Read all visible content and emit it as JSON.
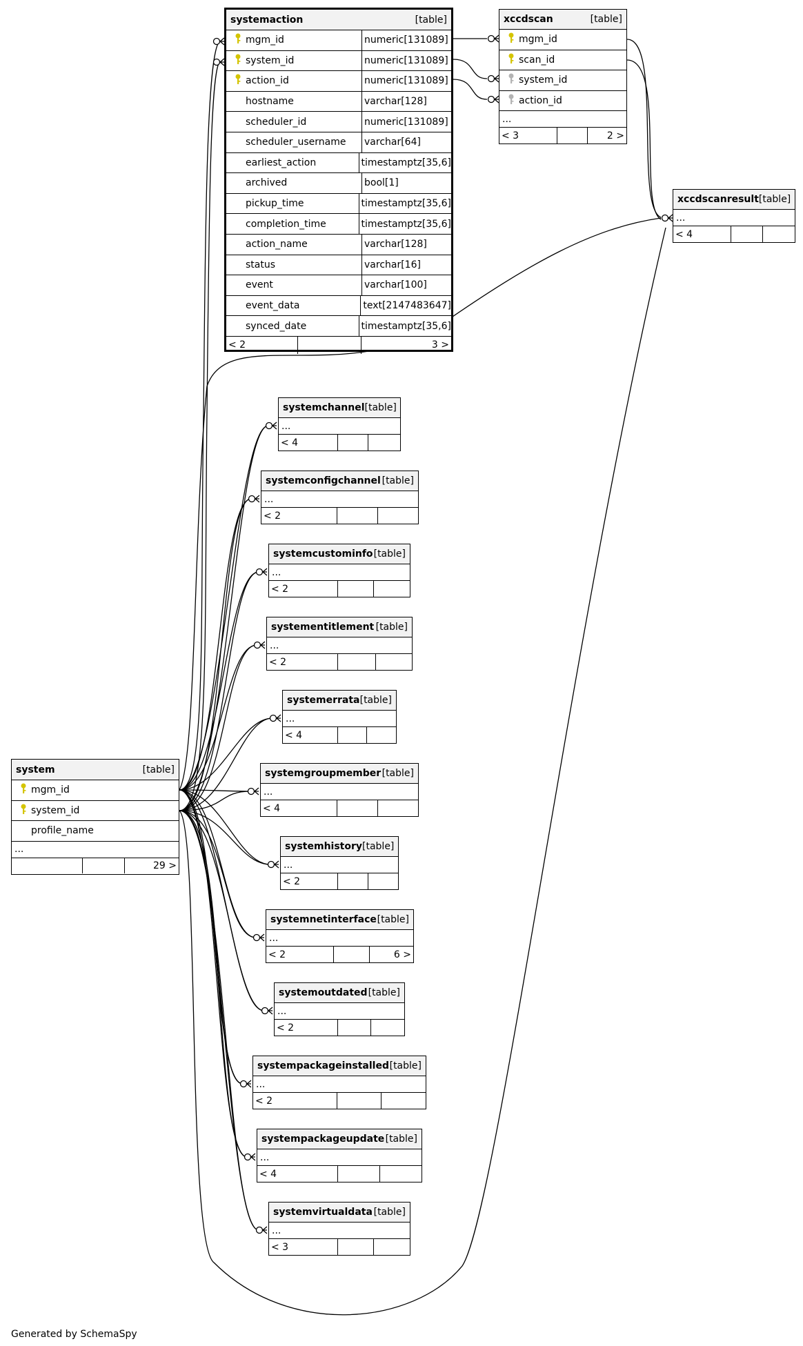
{
  "footer_text": "Generated by SchemaSpy",
  "colors": {
    "key_icon": "#d4c400",
    "foreign_key_icon": "#b3b3b3",
    "header_bg": "#f2f2f2",
    "line": "#000000"
  },
  "tables": {
    "systemaction": {
      "name": "systemaction",
      "tag": "[table]",
      "columns": [
        {
          "name": "mgm_id",
          "type": "numeric[131089]",
          "icon": "key-icon"
        },
        {
          "name": "system_id",
          "type": "numeric[131089]",
          "icon": "key-icon"
        },
        {
          "name": "action_id",
          "type": "numeric[131089]",
          "icon": "key-icon"
        },
        {
          "name": "hostname",
          "type": "varchar[128]",
          "icon": ""
        },
        {
          "name": "scheduler_id",
          "type": "numeric[131089]",
          "icon": ""
        },
        {
          "name": "scheduler_username",
          "type": "varchar[64]",
          "icon": ""
        },
        {
          "name": "earliest_action",
          "type": "timestamptz[35,6]",
          "icon": ""
        },
        {
          "name": "archived",
          "type": "bool[1]",
          "icon": ""
        },
        {
          "name": "pickup_time",
          "type": "timestamptz[35,6]",
          "icon": ""
        },
        {
          "name": "completion_time",
          "type": "timestamptz[35,6]",
          "icon": ""
        },
        {
          "name": "action_name",
          "type": "varchar[128]",
          "icon": ""
        },
        {
          "name": "status",
          "type": "varchar[16]",
          "icon": ""
        },
        {
          "name": "event",
          "type": "varchar[100]",
          "icon": ""
        },
        {
          "name": "event_data",
          "type": "text[2147483647]",
          "icon": ""
        },
        {
          "name": "synced_date",
          "type": "timestamptz[35,6]",
          "icon": ""
        }
      ],
      "footer": {
        "left": "< 2",
        "mid": "",
        "right": "3 >"
      }
    },
    "xccdscan": {
      "name": "xccdscan",
      "tag": "[table]",
      "columns": [
        {
          "name": "mgm_id",
          "icon": "key-icon"
        },
        {
          "name": "scan_id",
          "icon": "key-icon"
        },
        {
          "name": "system_id",
          "icon": "foreign-key-icon"
        },
        {
          "name": "action_id",
          "icon": "foreign-key-icon"
        }
      ],
      "more": "...",
      "footer": {
        "left": "< 3",
        "mid": "",
        "right": "2 >"
      }
    },
    "xccdscanresult": {
      "name": "xccdscanresult",
      "tag": "[table]",
      "more": "...",
      "footer": {
        "left": "< 4",
        "mid": "",
        "right": ""
      }
    },
    "system": {
      "name": "system",
      "tag": "[table]",
      "columns": [
        {
          "name": "mgm_id",
          "icon": "key-icon"
        },
        {
          "name": "system_id",
          "icon": "key-icon"
        },
        {
          "name": "profile_name",
          "icon": ""
        }
      ],
      "more": "...",
      "footer": {
        "left": "",
        "mid": "",
        "right": "29 >"
      }
    },
    "children": [
      {
        "name": "systemchannel",
        "tag": "[table]",
        "more": "...",
        "left": "< 4",
        "right": ""
      },
      {
        "name": "systemconfigchannel",
        "tag": "[table]",
        "more": "...",
        "left": "< 2",
        "right": ""
      },
      {
        "name": "systemcustominfo",
        "tag": "[table]",
        "more": "...",
        "left": "< 2",
        "right": ""
      },
      {
        "name": "systementitlement",
        "tag": "[table]",
        "more": "...",
        "left": "< 2",
        "right": ""
      },
      {
        "name": "systemerrata",
        "tag": "[table]",
        "more": "...",
        "left": "< 4",
        "right": ""
      },
      {
        "name": "systemgroupmember",
        "tag": "[table]",
        "more": "...",
        "left": "< 4",
        "right": ""
      },
      {
        "name": "systemhistory",
        "tag": "[table]",
        "more": "...",
        "left": "< 2",
        "right": ""
      },
      {
        "name": "systemnetinterface",
        "tag": "[table]",
        "more": "...",
        "left": "< 2",
        "right": "6 >"
      },
      {
        "name": "systemoutdated",
        "tag": "[table]",
        "more": "...",
        "left": "< 2",
        "right": ""
      },
      {
        "name": "systempackageinstalled",
        "tag": "[table]",
        "more": "...",
        "left": "< 2",
        "right": ""
      },
      {
        "name": "systempackageupdate",
        "tag": "[table]",
        "more": "...",
        "left": "< 4",
        "right": ""
      },
      {
        "name": "systemvirtualdata",
        "tag": "[table]",
        "more": "...",
        "left": "< 3",
        "right": ""
      }
    ]
  }
}
